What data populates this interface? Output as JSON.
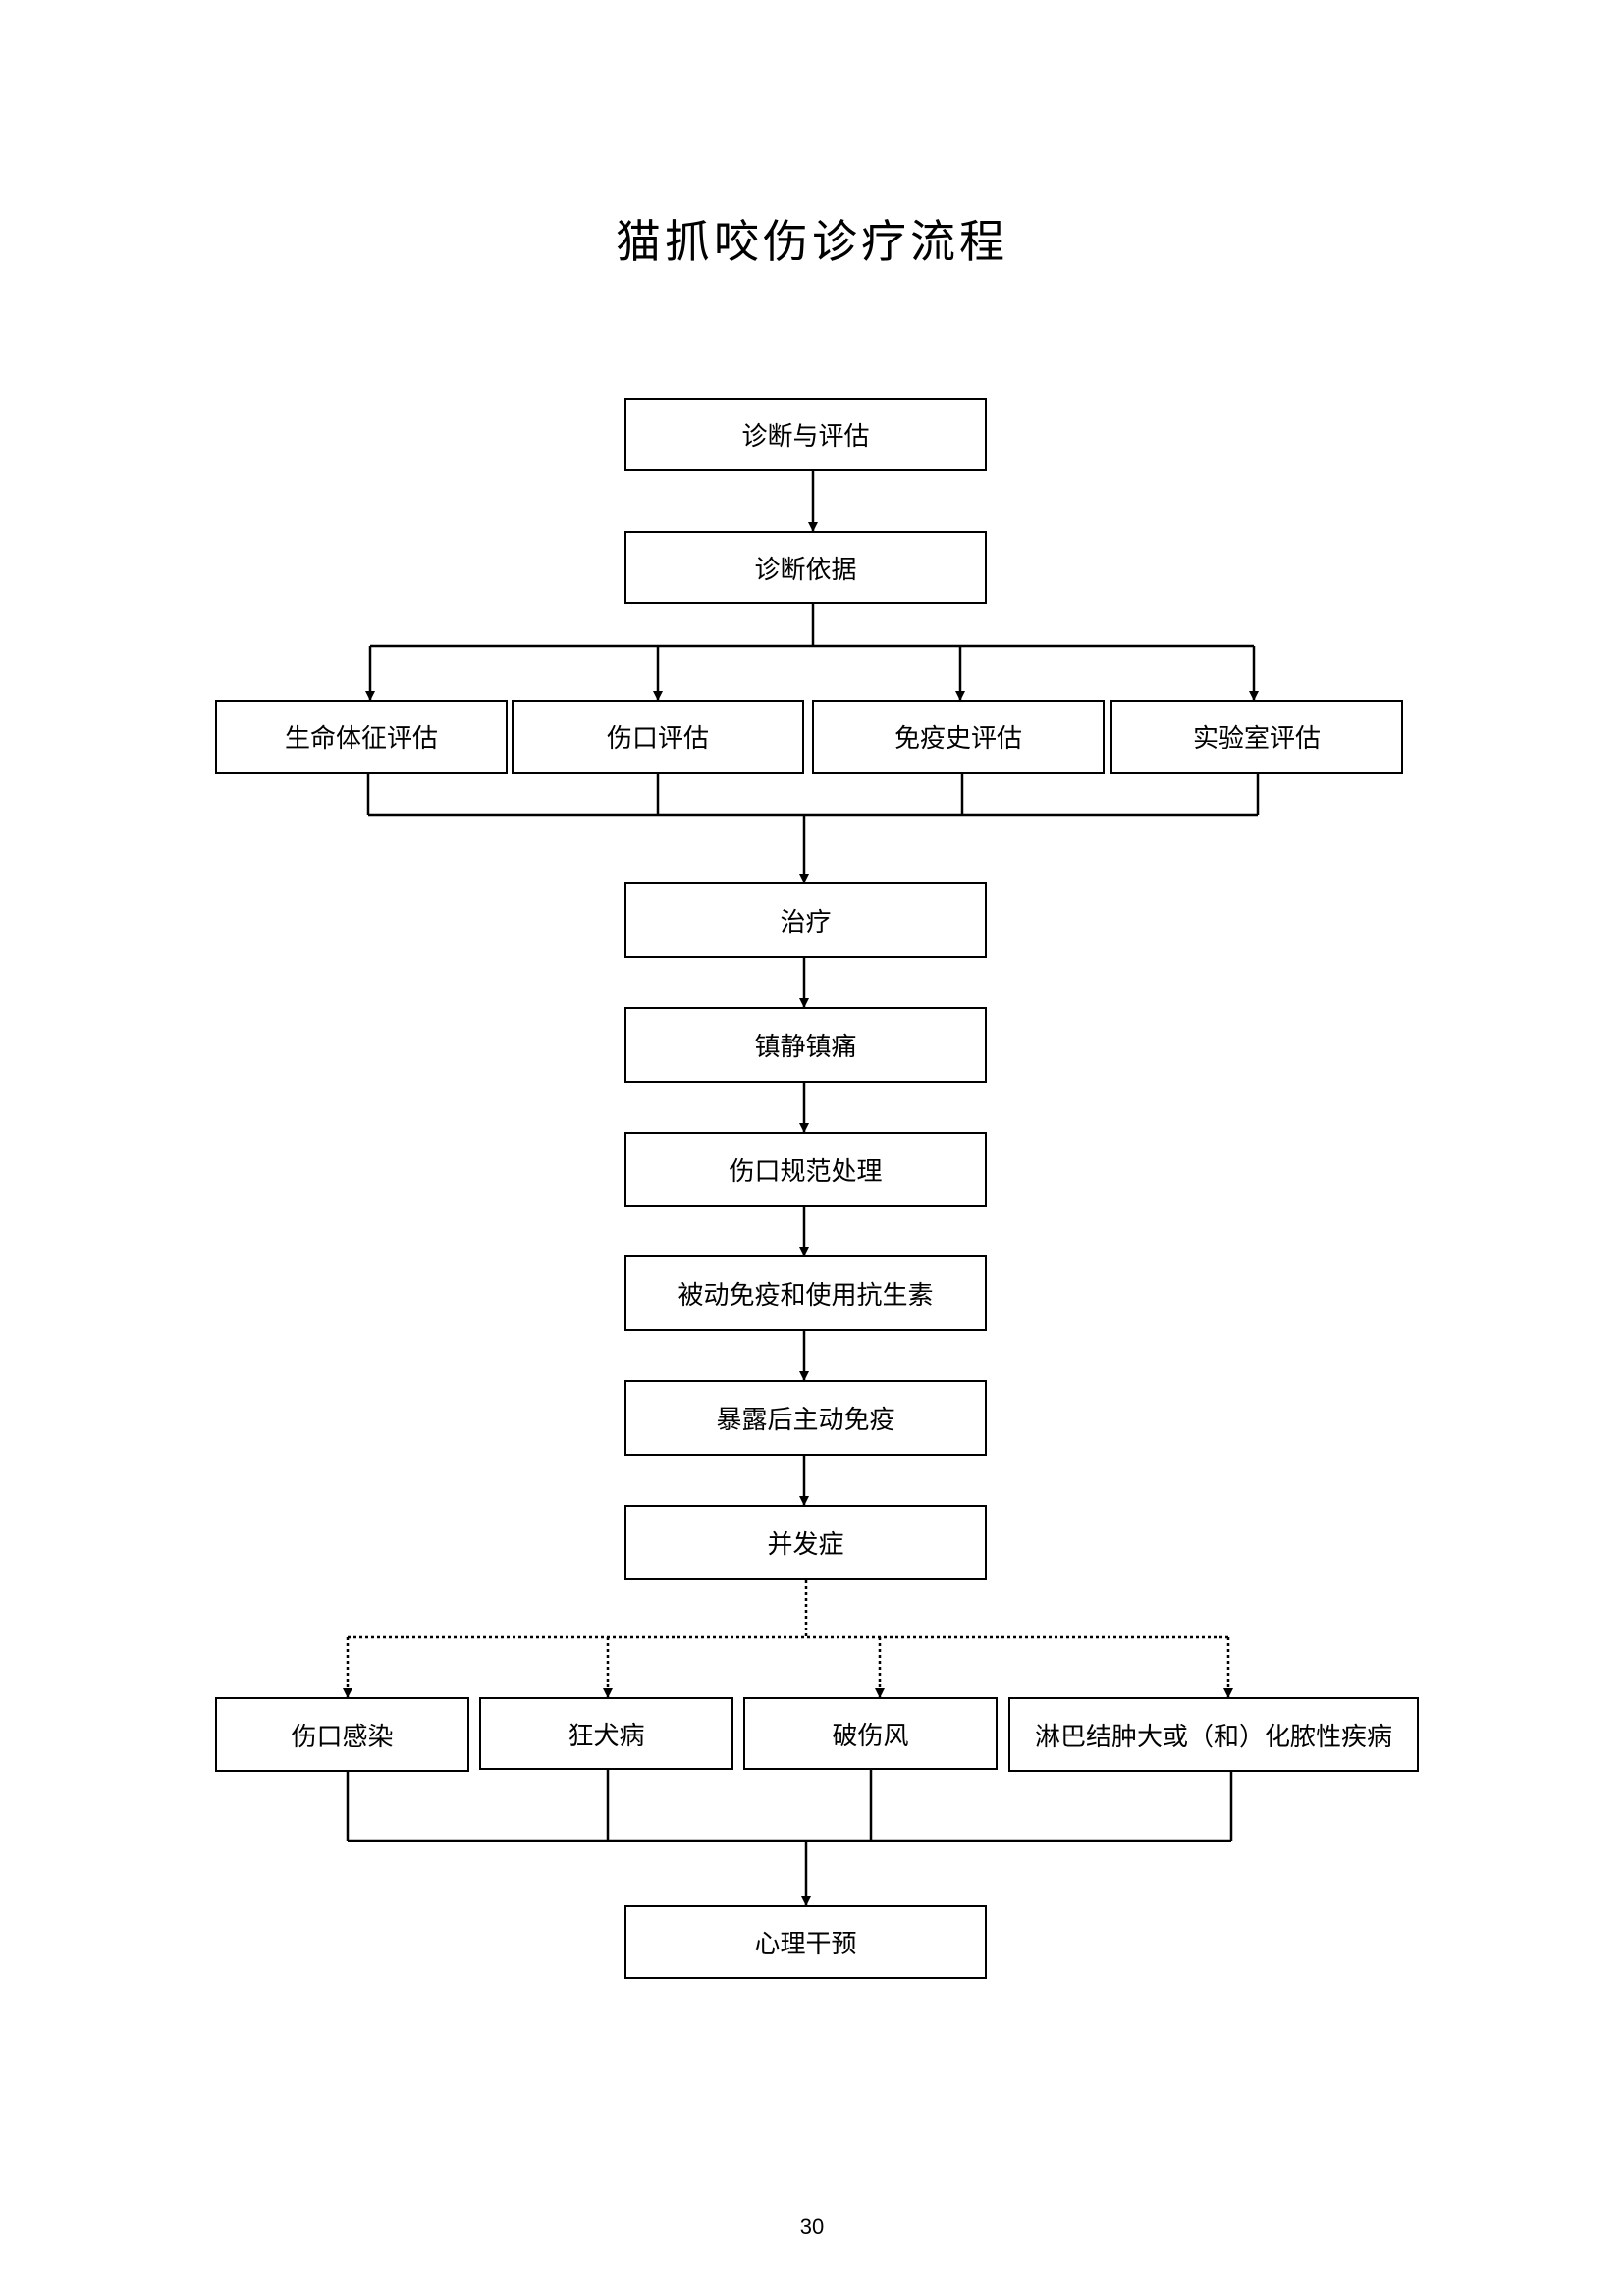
{
  "title": "猫抓咬伤诊疗流程",
  "nodes": {
    "diagnosis_assessment": "诊断与评估",
    "diagnosis_basis": "诊断依据",
    "vital_signs": "生命体征评估",
    "wound_assessment": "伤口评估",
    "immunization_history": "免疫史评估",
    "laboratory": "实验室评估",
    "treatment": "治疗",
    "sedation_analgesia": "镇静镇痛",
    "wound_care": "伤口规范处理",
    "passive_immunization": "被动免疫和使用抗生素",
    "post_exposure_immunization": "暴露后主动免疫",
    "complications": "并发症",
    "wound_infection": "伤口感染",
    "rabies": "狂犬病",
    "tetanus": "破伤风",
    "lymphadenitis": "淋巴结肿大或（和）化脓性疾病",
    "psychological_intervention": "心理干预"
  },
  "page_number": "30"
}
